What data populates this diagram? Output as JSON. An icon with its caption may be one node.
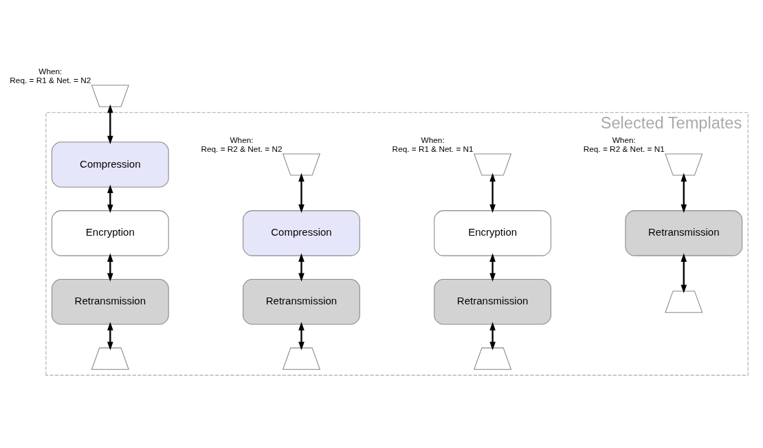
{
  "diagram": {
    "nodes": [
      {
        "text": [
          "Selected Templates"
        ]
      },
      {
        "text": [],
        "shape": "cup",
        "in": 0,
        "beside": [
          "When:",
          "Req. = R2 & Net. = N1"
        ]
      },
      {
        "text": [
          "Retransmission"
        ],
        "in": 0
      },
      {
        "text": [],
        "shape": "arch",
        "in": 0
      },
      {
        "text": [],
        "shape": "cup",
        "in": 0,
        "beside": [
          "When:",
          "Req. = R1 & Net. = N1"
        ]
      },
      {
        "text": [
          "Encryption"
        ],
        "in": 0
      },
      {
        "text": [
          "Retransmission"
        ],
        "in": 0
      },
      {
        "text": [],
        "shape": "arch",
        "in": 0
      },
      {
        "text": [],
        "shape": "cup",
        "in": 0,
        "beside": [
          "When:",
          "Req. = R2 & Net. = N2"
        ]
      },
      {
        "text": [
          "Compression"
        ],
        "in": 0
      },
      {
        "text": [
          "Retransmission"
        ],
        "in": 0
      },
      {
        "text": [],
        "shape": "arch",
        "in": 0
      },
      {
        "text": [],
        "shape": "cup",
        "beside": [
          "When:",
          "Req. = R1 & Net. = N2"
        ]
      },
      {
        "text": [
          "Compression"
        ],
        "in": 0
      },
      {
        "text": [
          "Encryption"
        ],
        "in": 0
      },
      {
        "text": [
          "Retransmission"
        ],
        "in": 0
      },
      {
        "text": [],
        "shape": "arch",
        "in": 0
      }
    ],
    "edges": [
      {
        "from": 1,
        "to": 2,
        "arrow": "both"
      },
      {
        "from": 2,
        "to": 3,
        "arrow": "both"
      },
      {
        "from": 4,
        "to": 5,
        "arrow": "both"
      },
      {
        "from": 5,
        "to": 6,
        "arrow": "both"
      },
      {
        "from": 6,
        "to": 7,
        "arrow": "both"
      },
      {
        "from": 8,
        "to": 9,
        "arrow": "both"
      },
      {
        "from": 9,
        "to": 10,
        "arrow": "both"
      },
      {
        "from": 10,
        "to": 11,
        "arrow": "both"
      },
      {
        "from": 12,
        "to": 13,
        "arrow": "both"
      },
      {
        "from": 13,
        "to": 14,
        "arrow": "both"
      },
      {
        "from": 14,
        "to": 15,
        "arrow": "both"
      },
      {
        "from": 15,
        "to": 16,
        "arrow": "both"
      }
    ]
  }
}
